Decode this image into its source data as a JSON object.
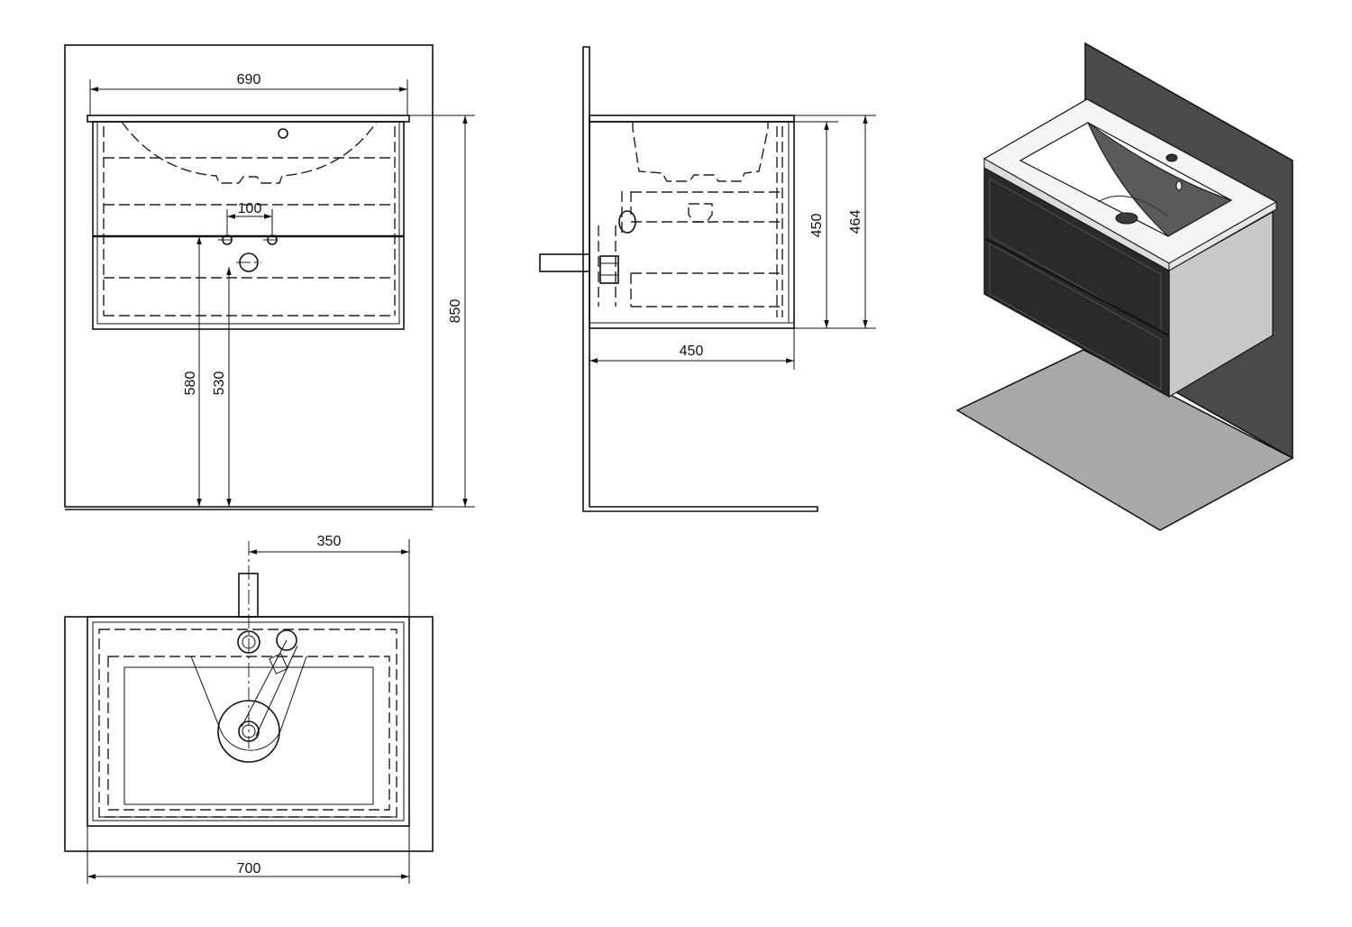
{
  "front_view": {
    "width_top_label": "690",
    "tap_spacing_label": "100",
    "height_total_label": "850",
    "height_tap_label": "580",
    "height_drain_label": "530"
  },
  "side_view": {
    "height_cabinet_label": "450",
    "height_total_label": "464",
    "depth_label": "450"
  },
  "top_view": {
    "offset_label": "350",
    "width_label": "700"
  },
  "iso_view": {
    "colors": {
      "wall": "#4a4a4a",
      "floor": "#a8a8a8",
      "cabinet_front": "#2a2a2a",
      "cabinet_side": "#c9c9cc",
      "basin_top": "#f4f4f4"
    }
  }
}
